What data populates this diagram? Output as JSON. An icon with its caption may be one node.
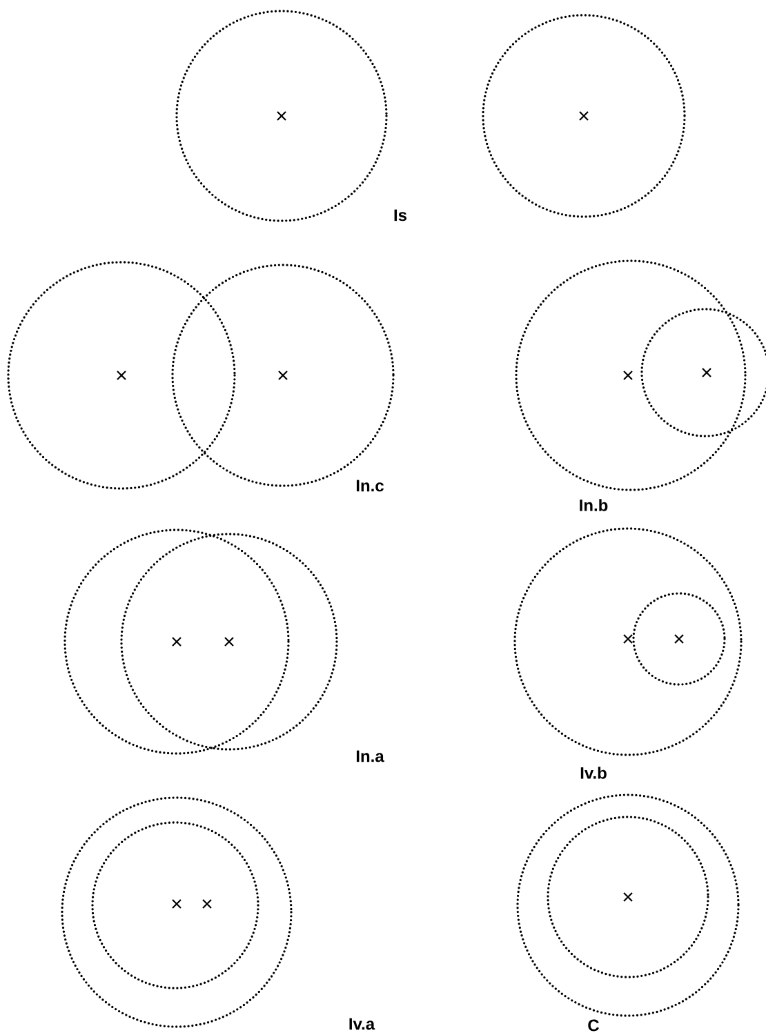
{
  "diagram": {
    "labels": [
      "Is",
      "In.c",
      "In.b",
      "In.a",
      "Iv.b",
      "Iv.a",
      "C"
    ]
  }
}
